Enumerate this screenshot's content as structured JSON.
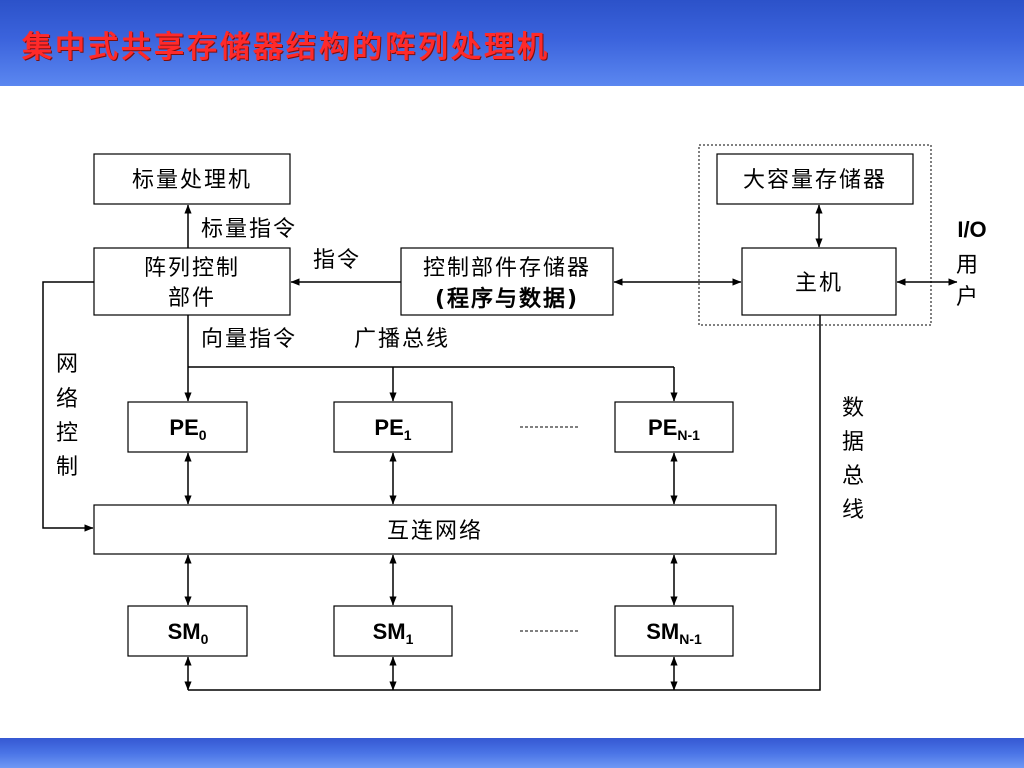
{
  "title": "集中式共享存储器结构的阵列处理机",
  "blocks": {
    "scalar_processor": "标量处理机",
    "array_control_line1": "阵列控制",
    "array_control_line2": "部件",
    "control_memory_line1": "控制部件存储器",
    "control_memory_line2": "(程序与数据)",
    "large_memory": "大容量存储器",
    "host": "主机",
    "interconnect": "互连网络"
  },
  "pe": [
    {
      "base": "PE",
      "sub": "0"
    },
    {
      "base": "PE",
      "sub": "1"
    },
    {
      "base": "PE",
      "sub": "N-1"
    }
  ],
  "sm": [
    {
      "base": "SM",
      "sub": "0"
    },
    {
      "base": "SM",
      "sub": "1"
    },
    {
      "base": "SM",
      "sub": "N-1"
    }
  ],
  "labels": {
    "scalar_instruction": "标量指令",
    "instruction": "指令",
    "vector_instruction": "向量指令",
    "broadcast_bus": "广播总线",
    "network_control": [
      "网",
      "络",
      "控",
      "制"
    ],
    "data_bus": [
      "数",
      "据",
      "总",
      "线"
    ],
    "io": "I/O",
    "user": [
      "用",
      "户"
    ]
  }
}
